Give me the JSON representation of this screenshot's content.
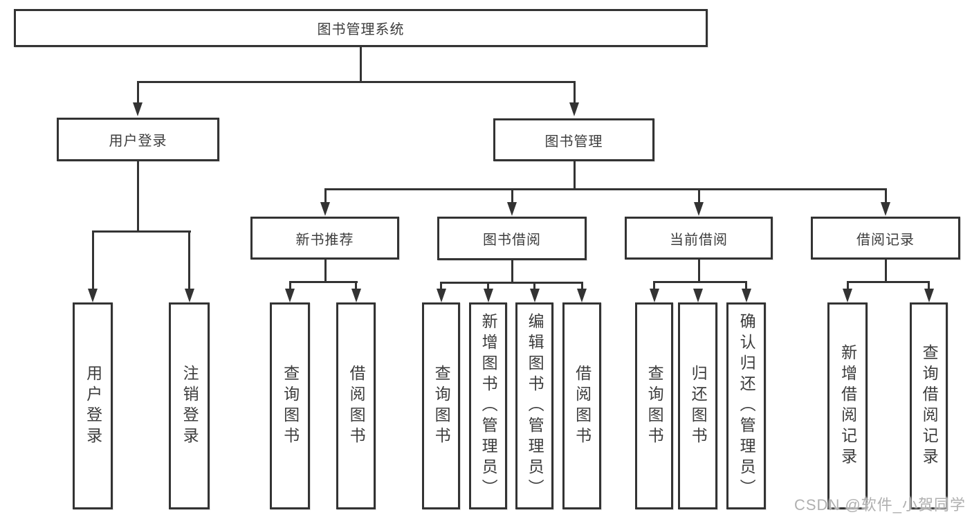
{
  "tree": {
    "label": "图书管理系统",
    "children": [
      {
        "label": "用户登录",
        "children": [
          {
            "label": "用户登录"
          },
          {
            "label": "注销登录"
          }
        ]
      },
      {
        "label": "图书管理",
        "children": [
          {
            "label": "新书推荐",
            "children": [
              {
                "label": "查询图书"
              },
              {
                "label": "借阅图书"
              }
            ]
          },
          {
            "label": "图书借阅",
            "children": [
              {
                "label": "查询图书"
              },
              {
                "label": "新增图书（管理员）"
              },
              {
                "label": "编辑图书（管理员）"
              },
              {
                "label": "借阅图书"
              }
            ]
          },
          {
            "label": "当前借阅",
            "children": [
              {
                "label": "查询图书"
              },
              {
                "label": "归还图书"
              },
              {
                "label": "确认归还（管理员）"
              }
            ]
          },
          {
            "label": "借阅记录",
            "children": [
              {
                "label": "新增借阅记录"
              },
              {
                "label": "查询借阅记录"
              }
            ]
          }
        ]
      }
    ]
  },
  "watermark": {
    "text": "CSDN @软件_小贺同学"
  },
  "colors": {
    "line": "#333333",
    "text": "#3c3c3c",
    "watermark": "#b0b0b0",
    "background": "#ffffff"
  }
}
